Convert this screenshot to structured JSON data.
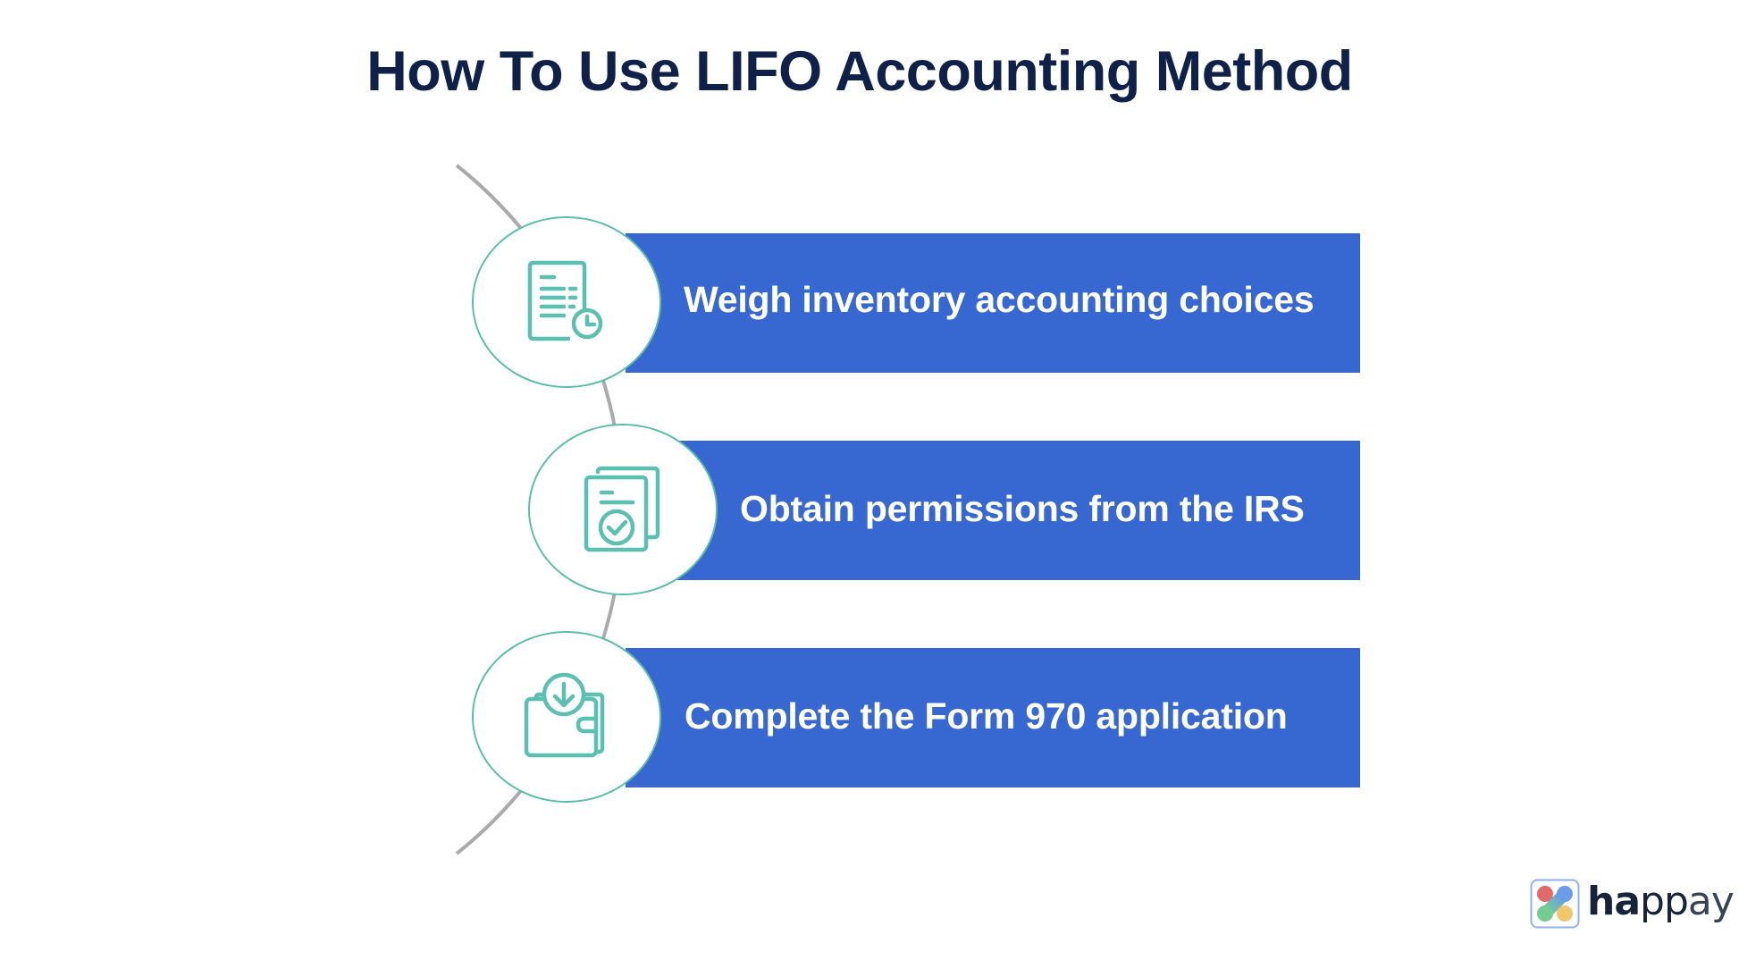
{
  "title": "How To Use LIFO Accounting Method",
  "colors": {
    "title": "#0F2049",
    "bar": "#3767D0",
    "bar_text": "#FFFFFF",
    "node_stroke": "#5BBFA8",
    "icon": "#5BBFB2",
    "arc": "#AAAAAA"
  },
  "steps": [
    {
      "label": "Weigh inventory accounting choices",
      "icon": "document-clock-icon"
    },
    {
      "label": "Obtain permissions from the IRS",
      "icon": "documents-check-icon"
    },
    {
      "label": "Complete the Form 970 application",
      "icon": "wallet-download-icon"
    }
  ],
  "logo": {
    "text_bold": "ha",
    "text_medium": "pp",
    "text_light": "ay",
    "mark_colors": [
      "#E06A6A",
      "#6C9CE8",
      "#74CC92",
      "#F2C66A"
    ]
  }
}
